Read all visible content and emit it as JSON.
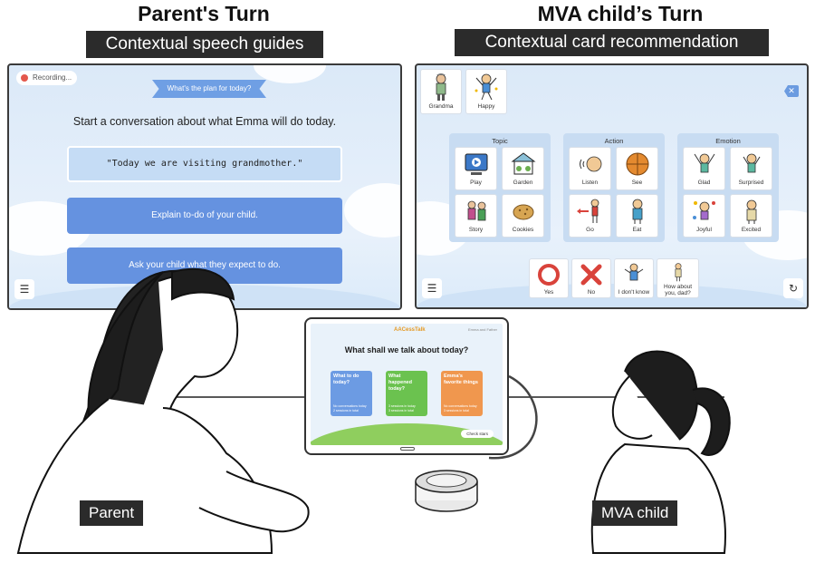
{
  "headings": {
    "parent_turn": "Parent's Turn",
    "parent_banner": "Contextual speech guides",
    "child_turn": "MVA child’s Turn",
    "child_banner": "Contextual card recommendation"
  },
  "parent_screen": {
    "recording": "Recording...",
    "ribbon": "What's the plan for today?",
    "prompt": "Start a conversation about what Emma will do today.",
    "guides": [
      "\"Today we are visiting grandmother.\"",
      "Explain to-do of your child.",
      "Ask your child what they expect to do."
    ],
    "menu_icon": "menu-icon"
  },
  "child_screen": {
    "selected": [
      "Grandma",
      "Happy"
    ],
    "groups": [
      {
        "title": "Topic",
        "cards": [
          "Play",
          "Garden",
          "Story",
          "Cookies"
        ]
      },
      {
        "title": "Action",
        "cards": [
          "Listen",
          "See",
          "Go",
          "Eat"
        ]
      },
      {
        "title": "Emotion",
        "cards": [
          "Glad",
          "Surprised",
          "Joyful",
          "Excited"
        ]
      }
    ],
    "quick": [
      "Yes",
      "No",
      "I don't know",
      "How about you, dad?"
    ],
    "colors": {
      "accent": "#6b9be0",
      "yes": "#d9433b",
      "no": "#d9433b"
    }
  },
  "tablet": {
    "logo": "AACessTalk",
    "users": "Emma and Father",
    "title": "What shall we talk about today?",
    "cards": [
      {
        "title": "What to do today?",
        "l1": "No conversations today",
        "l2": "2 sessions in total",
        "color": "#6c9be3"
      },
      {
        "title": "What happened today?",
        "l1": "3 sessions in today",
        "l2": "3 sessions in total",
        "color": "#6bc24f"
      },
      {
        "title": "Emma's favorite things",
        "l1": "No conversations today",
        "l2": "3 sessions in total",
        "color": "#f0974e"
      }
    ],
    "button": "Check stars"
  },
  "labels": {
    "parent": "Parent",
    "child": "MVA child"
  }
}
